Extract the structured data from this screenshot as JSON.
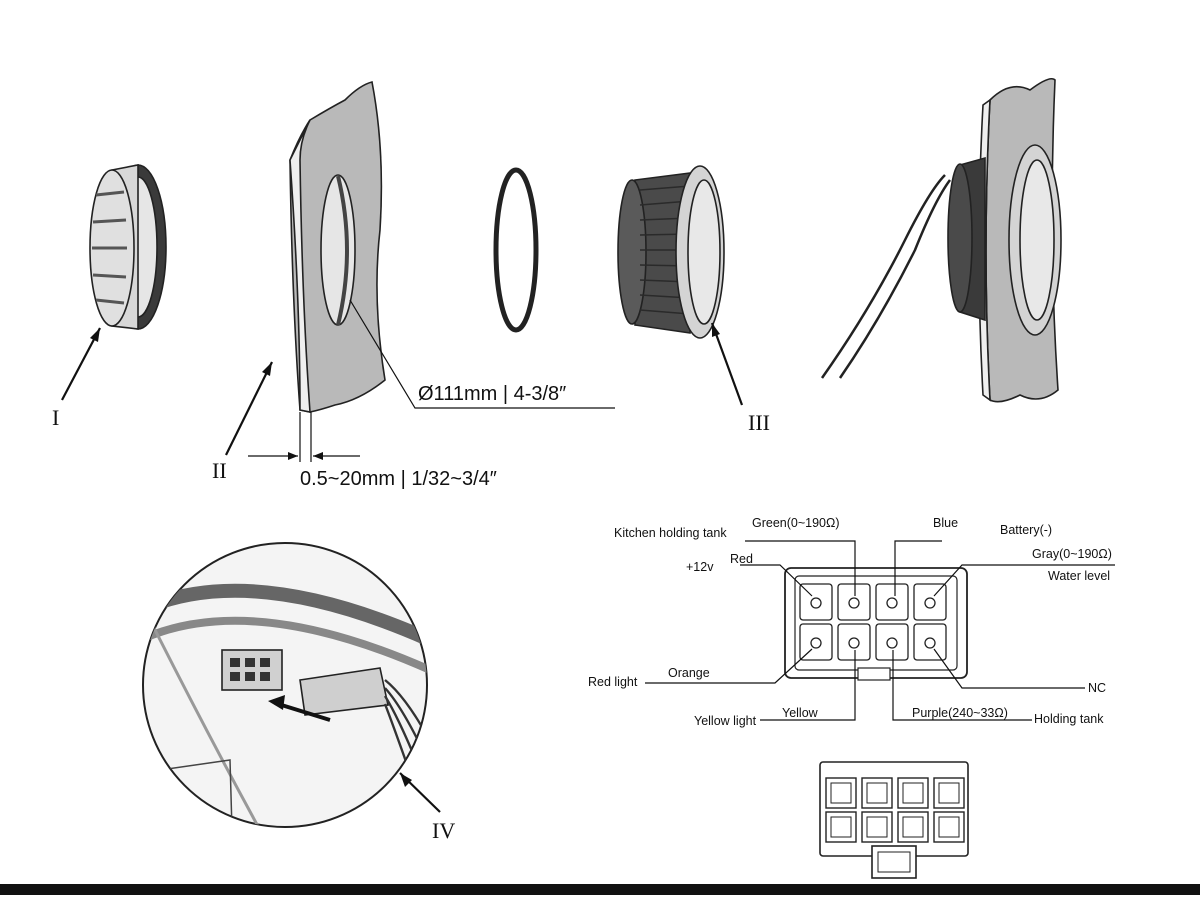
{
  "parts": {
    "label_I": "I",
    "label_II": "II",
    "label_III": "III",
    "label_IV": "IV"
  },
  "dimensions": {
    "hole_diameter": "Ø111mm | 4-3/8″",
    "panel_thickness": "0.5~20mm | 1/32~3/4″"
  },
  "wiring": {
    "kitchen_holding_tank": "Kitchen holding tank",
    "green": "Green(0~190Ω)",
    "blue": "Blue",
    "battery_neg": "Battery(-)",
    "plus12v": "+12v",
    "red": "Red",
    "gray": "Gray(0~190Ω)",
    "water_level": "Water level",
    "red_light": "Red light",
    "orange": "Orange",
    "nc": "NC",
    "yellow_light": "Yellow light",
    "yellow": "Yellow",
    "purple": "Purple(240~33Ω)",
    "holding_tank": "Holding tank"
  },
  "colors": {
    "line": "#111111",
    "panel_fill": "#b9b9b9",
    "part_fill": "#d4d4d4",
    "dark_fill": "#4a4a4a"
  }
}
